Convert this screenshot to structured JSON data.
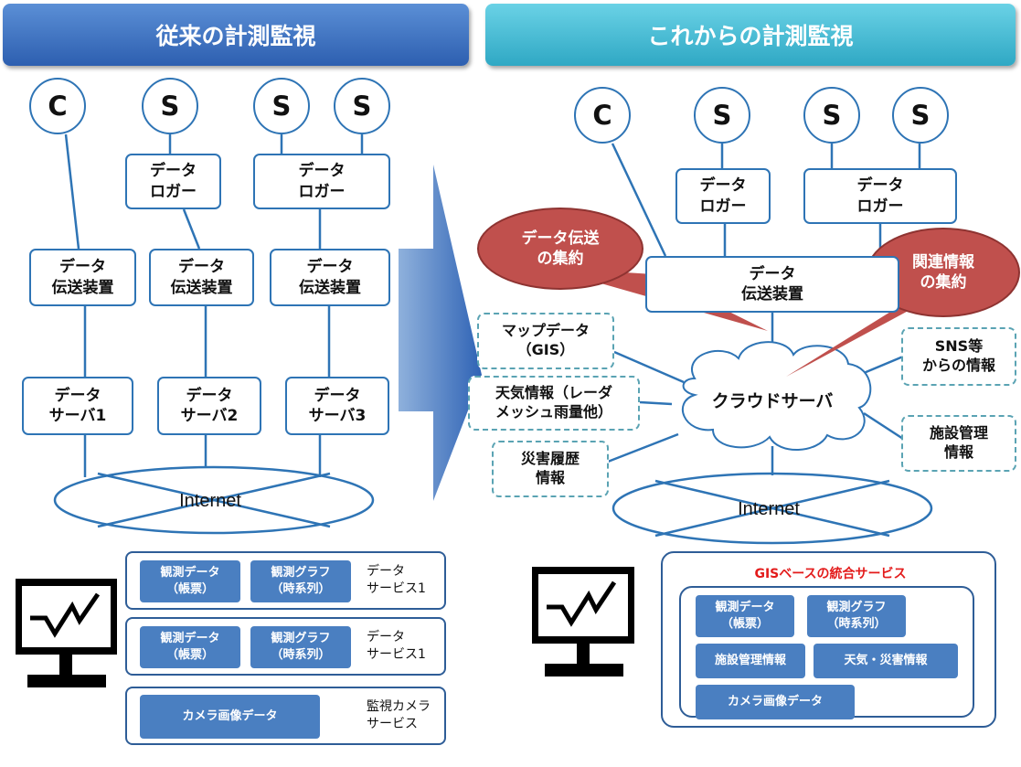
{
  "left": {
    "title": "従来の計測監視",
    "sensors": [
      "C",
      "S",
      "S",
      "S"
    ],
    "loggers": [
      "データ\nロガー",
      "データ\nロガー"
    ],
    "transmitters": [
      "データ\n伝送装置",
      "データ\n伝送装置",
      "データ\n伝送装置"
    ],
    "servers": [
      "データ\nサーバ1",
      "データ\nサーバ2",
      "データ\nサーバ3"
    ],
    "internet": "Internet",
    "services": [
      {
        "buttons": [
          "観測データ\n（帳票）",
          "観測グラフ\n（時系列）"
        ],
        "label": "データ\nサービス1"
      },
      {
        "buttons": [
          "観測データ\n（帳票）",
          "観測グラフ\n（時系列）"
        ],
        "label": "データ\nサービス1"
      },
      {
        "buttons": [
          "カメラ画像データ"
        ],
        "label": "監視カメラ\nサービス"
      }
    ]
  },
  "right": {
    "title": "これからの計測監視",
    "sensors": [
      "C",
      "S",
      "S",
      "S"
    ],
    "loggers": [
      "データ\nロガー",
      "データ\nロガー"
    ],
    "transmitter": "データ\n伝送装置",
    "callouts": [
      "データ伝送\nの集約",
      "関連情報\nの集約"
    ],
    "cloud": "クラウドサーバ",
    "sources": [
      "マップデータ\n（GIS）",
      "天気情報（レーダ\nメッシュ雨量他）",
      "災害履歴\n情報",
      "SNS等\nからの情報",
      "施設管理\n情報"
    ],
    "internet": "Internet",
    "service_title": "GISベースの統合サービス",
    "service_buttons": [
      "観測データ\n（帳票）",
      "観測グラフ\n（時系列）",
      "施設管理情報",
      "天気・災害情報",
      "カメラ画像データ"
    ]
  },
  "colors": {
    "line": "#2e74b5",
    "callout": "#c0504d",
    "button": "#4a7fc1",
    "service_title": "#e31b1b"
  }
}
